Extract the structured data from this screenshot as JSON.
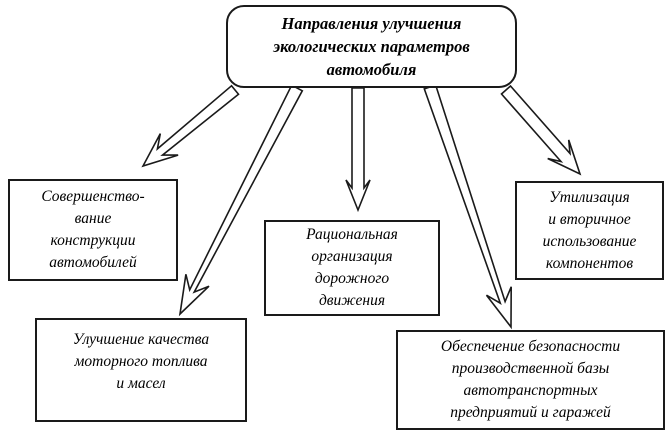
{
  "colors": {
    "ink": "#000000",
    "background": "#ffffff"
  },
  "diagram": {
    "title": {
      "lines": [
        "Направления улучшения",
        "экологических параметров",
        "автомобиля"
      ]
    },
    "branches": [
      {
        "id": "design",
        "lines": [
          "Совершенство-",
          "вание",
          "конструкции",
          "автомобилей"
        ]
      },
      {
        "id": "fuel",
        "lines": [
          "Улучшение качества",
          "моторного топлива",
          "и масел"
        ]
      },
      {
        "id": "traffic",
        "lines": [
          "Рациональная",
          "организация",
          "дорожного",
          "движения"
        ]
      },
      {
        "id": "recycling",
        "lines": [
          "Утилизация",
          "и вторичное",
          "использование",
          "компонентов"
        ]
      },
      {
        "id": "safety",
        "lines": [
          "Обеспечение безопасности",
          "производственной базы",
          "автотранспортных",
          "предприятий и гаражей"
        ]
      }
    ]
  }
}
